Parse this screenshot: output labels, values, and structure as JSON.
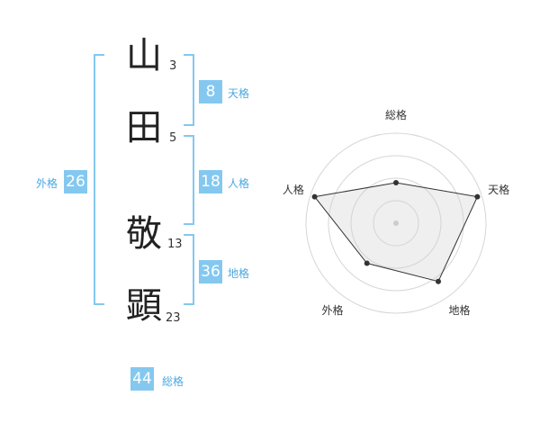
{
  "name": {
    "chars": [
      {
        "char": "山",
        "strokes": "3"
      },
      {
        "char": "田",
        "strokes": "5"
      },
      {
        "char": "敬",
        "strokes": "13"
      },
      {
        "char": "顕",
        "strokes": "23"
      }
    ]
  },
  "scores": {
    "tenkaku": {
      "value": "8",
      "label": "天格"
    },
    "jinkaku": {
      "value": "18",
      "label": "人格"
    },
    "chikaku": {
      "value": "36",
      "label": "地格"
    },
    "gaikaku": {
      "value": "26",
      "label": "外格"
    },
    "soukaku": {
      "value": "44",
      "label": "総格"
    }
  },
  "colors": {
    "accent": "#84c8f0",
    "accent_text": "#4aa8e0"
  },
  "chart_data": {
    "type": "radar",
    "axes": [
      "総格",
      "天格",
      "地格",
      "外格",
      "人格"
    ],
    "values": [
      0.45,
      0.95,
      0.8,
      0.55,
      0.95
    ],
    "range": [
      0,
      1
    ],
    "rings": 4
  }
}
